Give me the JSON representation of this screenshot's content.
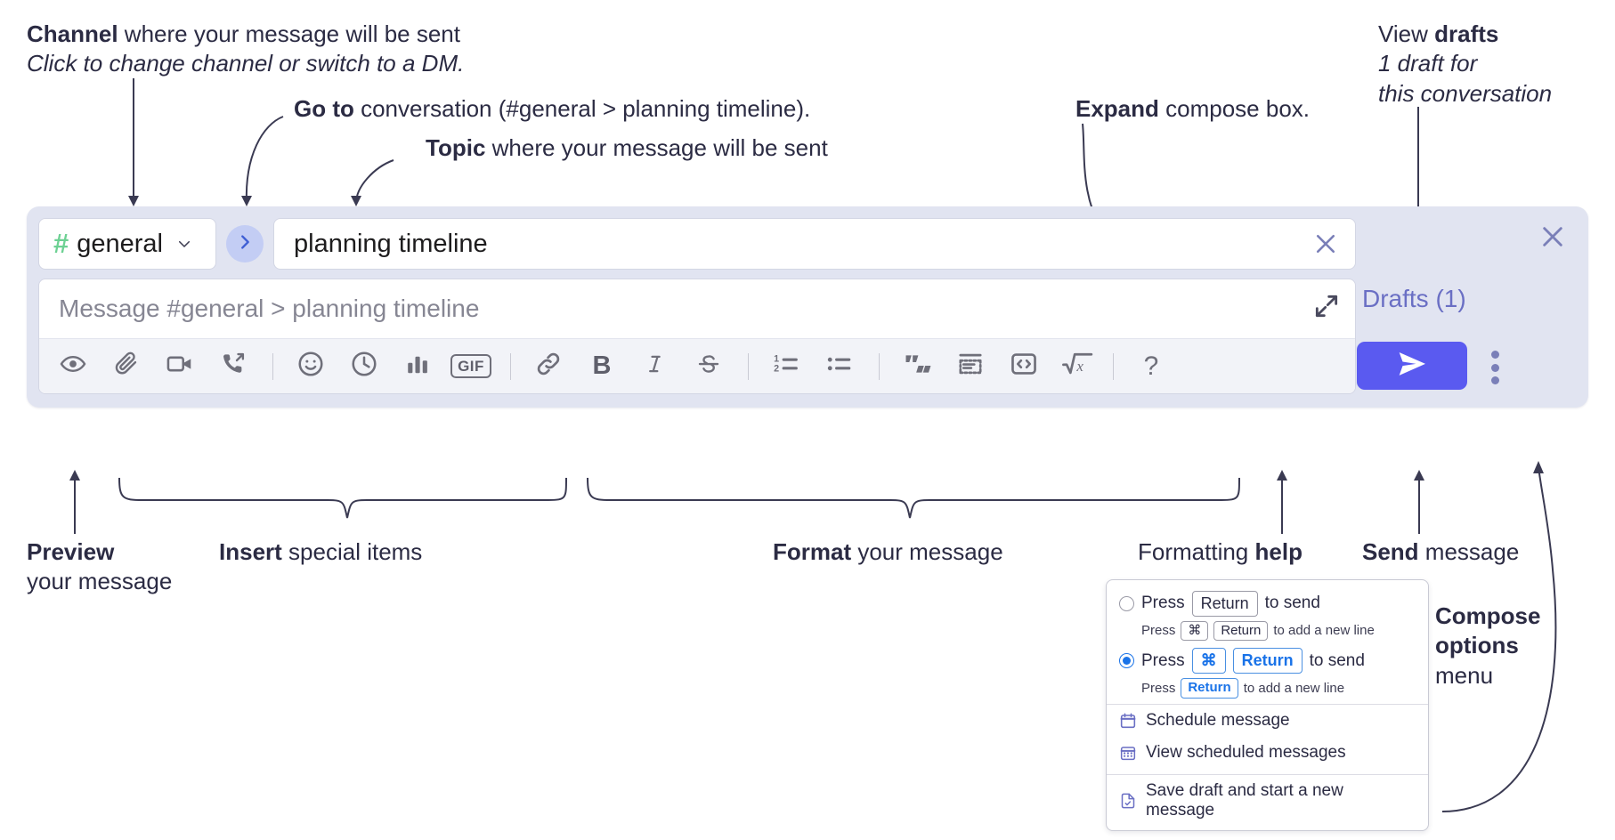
{
  "annotations": {
    "channel": {
      "bold": "Channel",
      "rest": " where your message will be sent",
      "italic": "Click to change channel or switch to a DM."
    },
    "goto": {
      "bold": "Go to",
      "rest": " conversation (#general > planning timeline)."
    },
    "topic": {
      "bold": "Topic",
      "rest": " where your message will be sent"
    },
    "expand": {
      "bold": "Expand",
      "rest": " compose box."
    },
    "drafts": {
      "lead": "View ",
      "bold": "drafts",
      "italic1": "1 draft for",
      "italic2": "this conversation"
    },
    "preview": {
      "bold": "Preview",
      "rest": "your message"
    },
    "insert": {
      "bold": "Insert",
      "rest": " special items"
    },
    "format": {
      "bold": "Format",
      "rest": " your message"
    },
    "help": {
      "lead": "Formatting ",
      "bold": "help"
    },
    "send": {
      "bold": "Send",
      "rest": " message"
    },
    "compose_options": {
      "bold1": "Compose",
      "bold2": "options",
      "rest": "menu"
    }
  },
  "compose": {
    "channel": {
      "hash": "#",
      "name": "general"
    },
    "goto_button_icon": "chevron-right-icon",
    "topic": {
      "value": "planning timeline",
      "clear_icon": "close-icon"
    },
    "message": {
      "placeholder": "Message #general > planning timeline",
      "expand_icon": "expand-icon"
    },
    "toolbar": [
      {
        "id": "preview",
        "icon": "eye-icon",
        "label": ""
      },
      {
        "id": "attach",
        "icon": "paperclip-icon",
        "label": ""
      },
      {
        "id": "video",
        "icon": "video-camera-icon",
        "label": ""
      },
      {
        "id": "huddle",
        "icon": "phone-arrow-icon",
        "label": ""
      },
      {
        "id": "sep1",
        "icon": "separator",
        "label": ""
      },
      {
        "id": "emoji",
        "icon": "smiley-icon",
        "label": ""
      },
      {
        "id": "schedule",
        "icon": "clock-icon",
        "label": ""
      },
      {
        "id": "poll",
        "icon": "bar-chart-icon",
        "label": ""
      },
      {
        "id": "gif",
        "icon": "gif-icon",
        "label": "GIF"
      },
      {
        "id": "sep2",
        "icon": "separator",
        "label": ""
      },
      {
        "id": "link",
        "icon": "link-icon",
        "label": ""
      },
      {
        "id": "bold",
        "icon": "bold-icon",
        "label": "B"
      },
      {
        "id": "italic",
        "icon": "italic-icon",
        "label": "I"
      },
      {
        "id": "strike",
        "icon": "strikethrough-icon",
        "label": "S"
      },
      {
        "id": "sep3",
        "icon": "separator",
        "label": ""
      },
      {
        "id": "ordered-list",
        "icon": "ordered-list-icon",
        "label": ""
      },
      {
        "id": "bulleted-list",
        "icon": "bulleted-list-icon",
        "label": ""
      },
      {
        "id": "sep4",
        "icon": "separator",
        "label": ""
      },
      {
        "id": "blockquote",
        "icon": "quote-icon",
        "label": ""
      },
      {
        "id": "code-block",
        "icon": "code-block-icon",
        "label": ""
      },
      {
        "id": "inline-code",
        "icon": "inline-code-icon",
        "label": ""
      },
      {
        "id": "math",
        "icon": "square-root-icon",
        "label": ""
      },
      {
        "id": "sep5",
        "icon": "separator",
        "label": ""
      },
      {
        "id": "help",
        "icon": "question-mark-icon",
        "label": "?"
      }
    ],
    "panel_close_icon": "close-icon",
    "drafts_link": "Drafts (1)",
    "send_button_icon": "paper-plane-icon",
    "kebab_icon": "kebab-menu-icon"
  },
  "menu": {
    "options": [
      {
        "selected": false,
        "main_pre": "Press",
        "main_key": "Return",
        "main_post": "to send",
        "sub_pre": "Press",
        "sub_key1": "⌘",
        "sub_key2": "Return",
        "sub_post": "to add a new line"
      },
      {
        "selected": true,
        "main_pre": "Press",
        "main_key1": "⌘",
        "main_key2": "Return",
        "main_post": "to send",
        "sub_pre": "Press",
        "sub_key": "Return",
        "sub_post": "to add a new line"
      }
    ],
    "items": [
      {
        "icon": "calendar-schedule-icon",
        "label": "Schedule message"
      },
      {
        "icon": "calendar-grid-icon",
        "label": "View scheduled messages"
      },
      {
        "icon": "save-draft-icon",
        "label": "Save draft and start a new message"
      }
    ]
  },
  "colors": {
    "panel_bg": "#e1e4f1",
    "accent_send": "#5a5af0",
    "hash_green": "#6dd193",
    "goto_blue": "#c3cdf4",
    "drafts_purple": "#6a6fc4",
    "key_blue": "#1a73e8",
    "text_dark": "#2b2b43"
  }
}
